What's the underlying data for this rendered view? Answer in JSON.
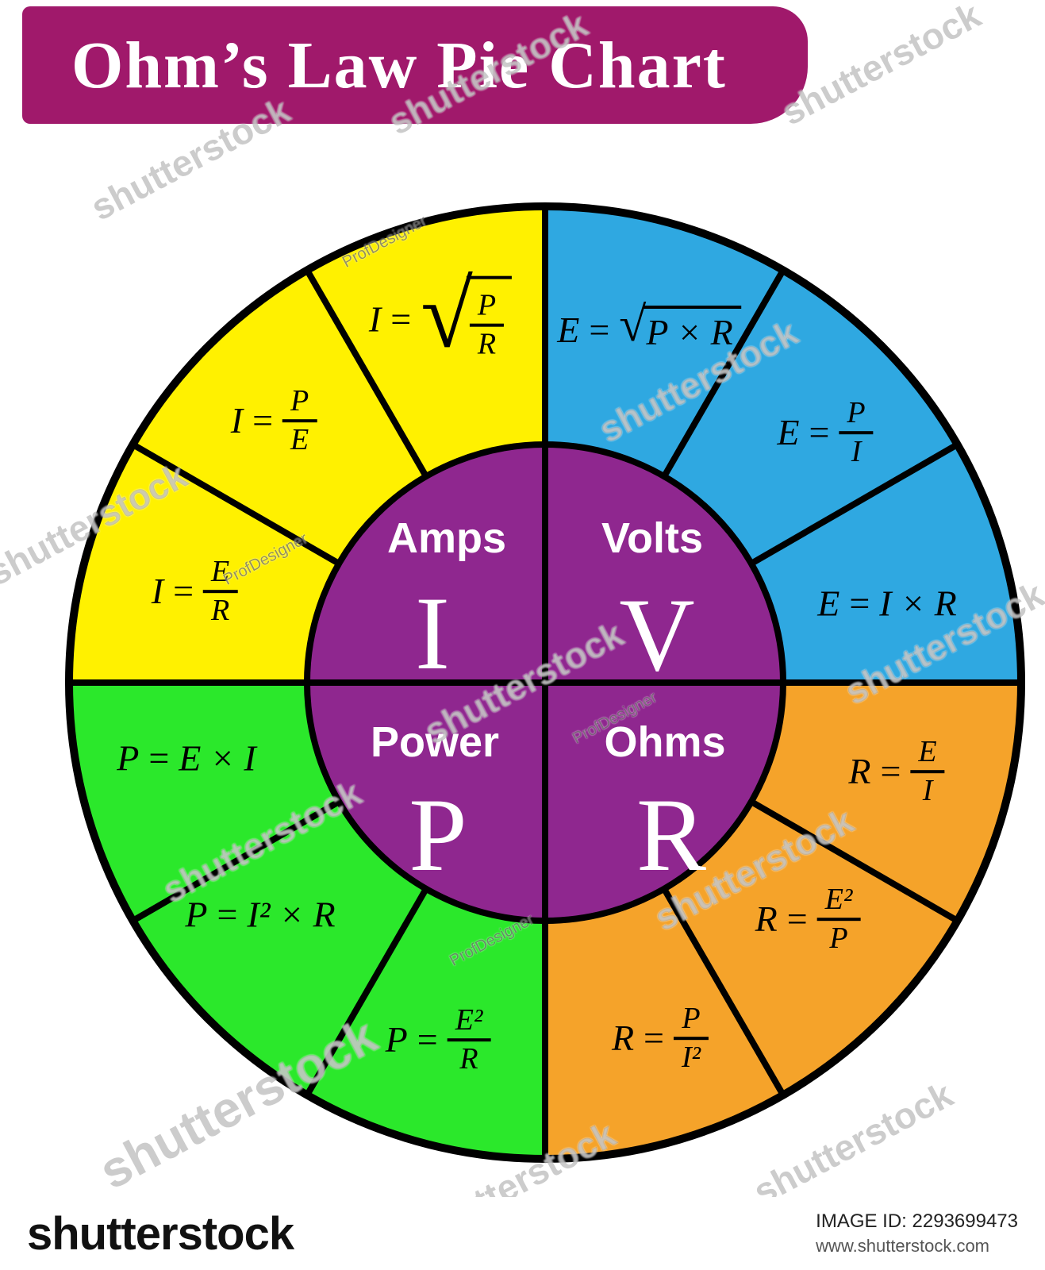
{
  "title": "Ohm’s Law Pie Chart",
  "colors": {
    "banner": "#A0196B",
    "amps": "#FFF100",
    "volts": "#2FA8E1",
    "power": "#2BE82B",
    "ohms": "#F5A32A",
    "center": "#8F278F",
    "outline": "#000000"
  },
  "quadrants": {
    "amps": {
      "label": "Amps",
      "symbol": "I",
      "formulas": [
        {
          "lhs": "I",
          "eq": "=",
          "num": "P",
          "den": "R"
        },
        {
          "lhs": "I",
          "eq": "=",
          "num": "P",
          "den": "E"
        },
        {
          "lhs": "I",
          "eq": "=",
          "num": "E",
          "den": "R"
        }
      ]
    },
    "volts": {
      "label": "Volts",
      "symbol": "V",
      "formulas": [
        {
          "lhs": "E",
          "eq": "=",
          "expr": "P × R"
        },
        {
          "lhs": "E",
          "eq": "=",
          "num": "P",
          "den": "I"
        },
        {
          "lhs": "E",
          "eq": "=",
          "expr": "I × R"
        }
      ]
    },
    "power": {
      "label": "Power",
      "symbol": "P",
      "formulas": [
        {
          "lhs": "P",
          "eq": "=",
          "expr": "E × I"
        },
        {
          "lhs": "P",
          "eq": "=",
          "expr": "I² × R"
        },
        {
          "lhs": "P",
          "eq": "=",
          "num": "E²",
          "den": "R"
        }
      ]
    },
    "ohms": {
      "label": "Ohms",
      "symbol": "R",
      "formulas": [
        {
          "lhs": "R",
          "eq": "=",
          "num": "E",
          "den": "I"
        },
        {
          "lhs": "R",
          "eq": "=",
          "num": "E²",
          "den": "P"
        },
        {
          "lhs": "R",
          "eq": "=",
          "num": "P",
          "den": "I²"
        }
      ]
    }
  },
  "watermarks": {
    "brand": "shutterstock",
    "designer": "ProfDesigner",
    "image_id": "IMAGE ID: 2293699473",
    "site": "www.shutterstock.com"
  }
}
